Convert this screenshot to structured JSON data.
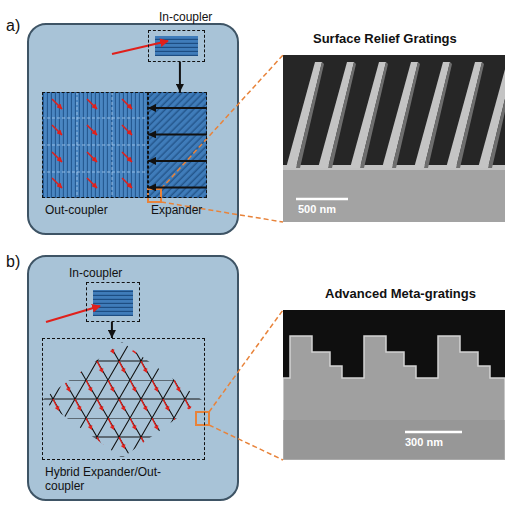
{
  "diagram": {
    "nodes": [
      {
        "text": [
          "In-coupler"
        ]
      },
      {
        "text": [
          "Out-coupler"
        ]
      },
      {
        "text": [
          "Expander"
        ]
      },
      {
        "text": [
          "Surface Relief Gratings",
          "500 nm"
        ]
      },
      {
        "text": [
          "In-coupler"
        ]
      },
      {
        "text": [
          "Hybrid Expander/Out-coupler"
        ]
      },
      {
        "text": [
          "Advanced Meta-gratings",
          "300 nm"
        ]
      }
    ],
    "edges": [
      {
        "from": 0,
        "to": 2,
        "arrow": "to"
      },
      {
        "from": 2,
        "to": 1,
        "arrow": "to"
      },
      {
        "from": 2,
        "to": 1,
        "arrow": "to"
      },
      {
        "from": 2,
        "to": 1,
        "arrow": "to"
      },
      {
        "from": 2,
        "to": 1,
        "arrow": "to"
      },
      {
        "from": 4,
        "to": 5,
        "arrow": "to"
      }
    ],
    "labels": [
      "a)",
      "b)"
    ]
  }
}
